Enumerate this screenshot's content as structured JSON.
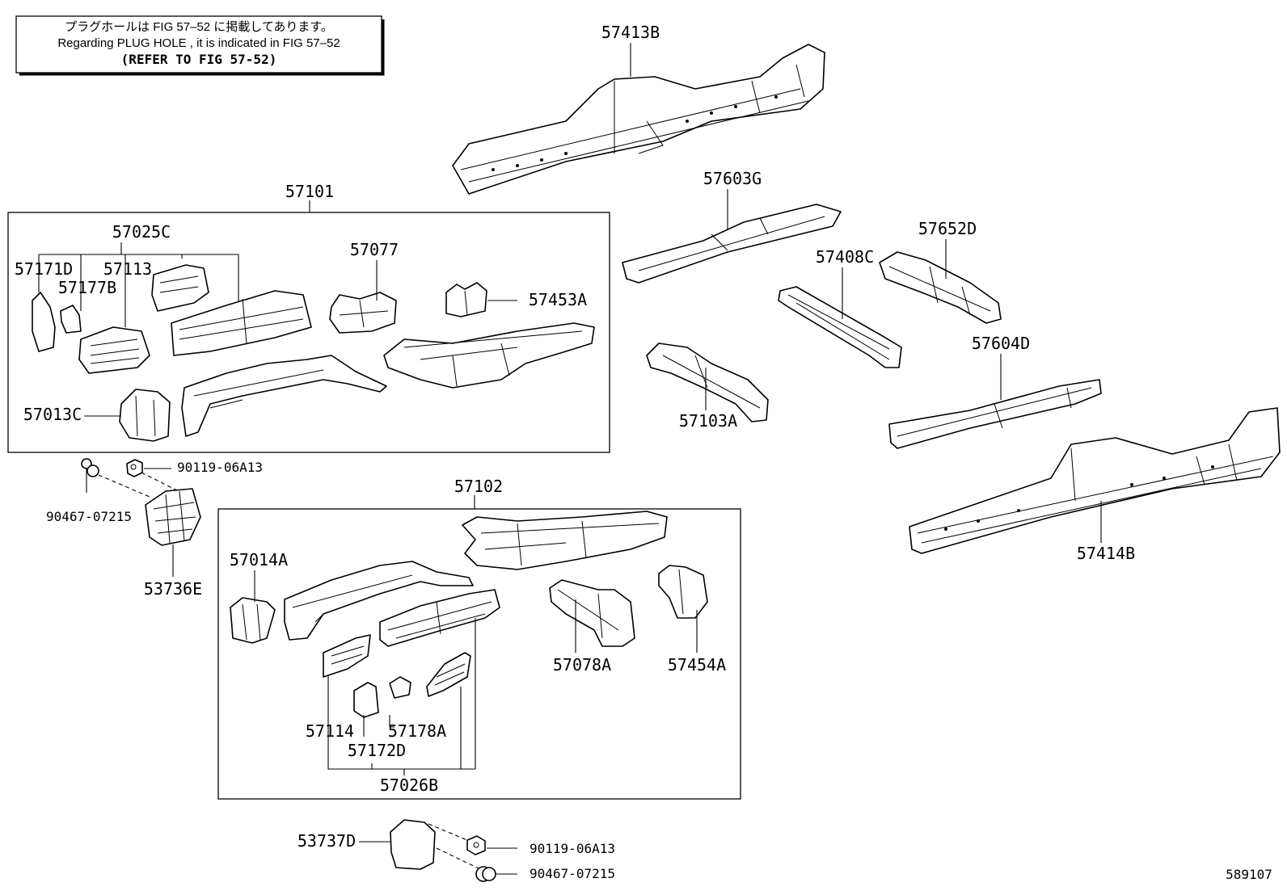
{
  "note": {
    "line1": "プラグホールは FIG  57–52 に掲載してあります。",
    "line2": "Regarding  PLUG  HOLE , it is indicated in FIG  57–52",
    "line3": "(REFER TO FIG 57-52)"
  },
  "group_labels": {
    "g57101": "57101",
    "g57102": "57102",
    "g57025C": "57025C",
    "g57026B": "57026B"
  },
  "parts": {
    "p57413B": "57413B",
    "p57603G": "57603G",
    "p57652D": "57652D",
    "p57408C": "57408C",
    "p57604D": "57604D",
    "p57103A": "57103A",
    "p57414B": "57414B",
    "p57171D": "57171D",
    "p57113": "57113",
    "p57177B": "57177B",
    "p57077": "57077",
    "p57453A": "57453A",
    "p57013C": "57013C",
    "p90119a": "90119-06A13",
    "p90467a": "90467-07215",
    "p53736E": "53736E",
    "p57014A": "57014A",
    "p57078A": "57078A",
    "p57454A": "57454A",
    "p57114": "57114",
    "p57178A": "57178A",
    "p57172D": "57172D",
    "p53737D": "53737D",
    "p90119b": "90119-06A13",
    "p90467b": "90467-07215"
  },
  "figure_id": "589107"
}
